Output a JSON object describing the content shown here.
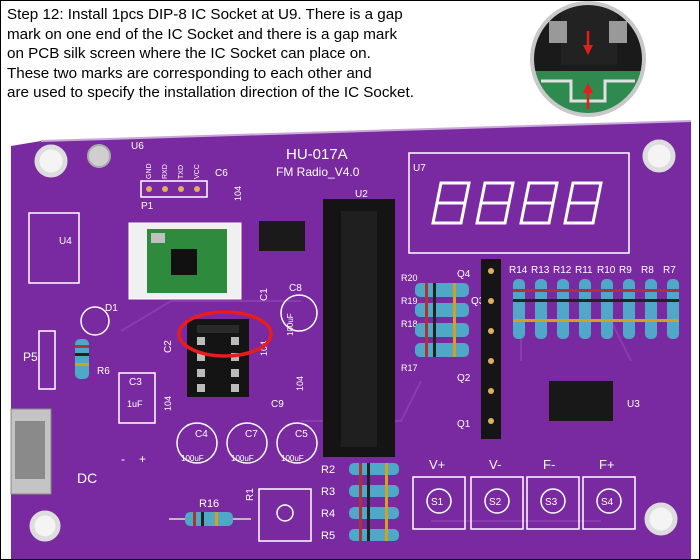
{
  "caption": {
    "lines": [
      "Step 12: Install 1pcs DIP-8 IC Socket at U9. There is a gap",
      "mark on one end of the IC Socket and there is a gap mark",
      "on PCB silk screen where the IC Socket can place on.",
      "These two marks are corresponding to each other and",
      "are used to specify the installation direction of the IC Socket."
    ]
  },
  "board": {
    "title": "HU-017A",
    "subtitle": "FM Radio_V4.0",
    "colors": {
      "pcb": "#7a2aa0",
      "silk": "#ffffff",
      "highlight": "#e81c1c",
      "socket": "#151515",
      "resistor": "#4fa8c8",
      "module": "#2e8b3e"
    },
    "labels": {
      "u6": "U6",
      "u4": "U4",
      "u7": "U7",
      "u2": "U2",
      "u3": "U3",
      "p1": "P1",
      "p5": "P5",
      "d1": "D1",
      "r6": "R6",
      "c6": "C6",
      "c6_val": "104",
      "c1": "C1",
      "c1_val": "104",
      "c2": "C2",
      "c2_val": "104",
      "c8": "C8",
      "c8_val": "100uF",
      "c9": "C9",
      "c9_val": "104",
      "c3": "C3",
      "c3_val": "1uF",
      "c4": "C4",
      "c7": "C7",
      "c5": "C5",
      "uf100": "100uF",
      "dc": "DC",
      "r16": "R16",
      "r1": "R1",
      "q1": "Q1",
      "q2": "Q2",
      "q3": "Q3",
      "q4": "Q4",
      "r17": "R17",
      "r18": "R18",
      "r19": "R19",
      "r20": "R20",
      "r2": "R2",
      "r3": "R3",
      "r4": "R4",
      "r5": "R5",
      "minus": "-",
      "plus": "+",
      "r_row": [
        "R14",
        "R13",
        "R12",
        "R11",
        "R10",
        "R9",
        "R8",
        "R7"
      ],
      "pins": [
        "GND",
        "RXD",
        "TXD",
        "VCC"
      ],
      "buttons": [
        {
          "top": "V+",
          "name": "S1"
        },
        {
          "top": "V-",
          "name": "S2"
        },
        {
          "top": "F-",
          "name": "S3"
        },
        {
          "top": "F+",
          "name": "S4"
        }
      ]
    }
  }
}
